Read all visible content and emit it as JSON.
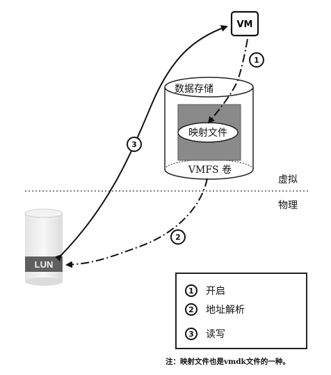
{
  "vm": {
    "label": "VM"
  },
  "datastore": {
    "label": "数据存储",
    "mapping_file_label": "映射文件",
    "volume_label": "VMFS 卷"
  },
  "regions": {
    "virtual": "虚拟",
    "physical": "物理"
  },
  "lun": {
    "label": "LUN"
  },
  "steps": [
    {
      "number": "1",
      "label": "开启"
    },
    {
      "number": "2",
      "label": "地址解析"
    },
    {
      "number": "3",
      "label": "读写"
    }
  ],
  "note": "注：映射文件也是vmdk文件的一种。"
}
